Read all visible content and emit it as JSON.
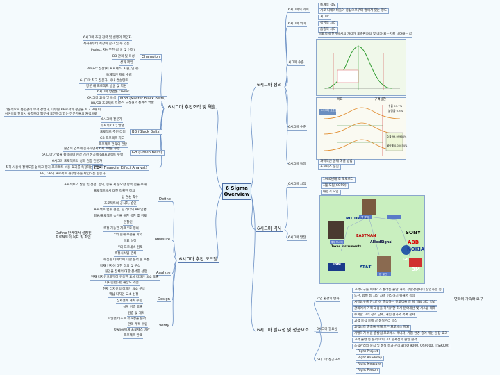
{
  "center": {
    "line1": "6 Sigma",
    "line2": "Overview"
  },
  "definition": {
    "title": "6시그마 정의",
    "meaning": {
      "title": "6시그마의 의미",
      "items": [
        "통계적 척도",
        "시로 디테이터들이 중심으로부터 떨어져 있는 정도"
      ]
    },
    "targets": {
      "title": "6시그마 의미",
      "items": [
        "시그마",
        "경영적 시각",
        "품종적 시각"
      ]
    },
    "level_note": "목표치에 한계에서의 거리가 표준편차의 몇 배가 되는지를 나타내는 값",
    "level": {
      "title": "시그마 수준"
    },
    "level2": {
      "title": "6시그마 수준",
      "chart_label_a": "목표",
      "chart_label_b": "규격상한",
      "tag": "6시그마 표준편차",
      "note1": "수율 99.7%",
      "note2": "불량률 0.3%",
      "note3": "수율 99.99966%",
      "note4": "불량률 0.00034%"
    },
    "traits": {
      "title": "6시그마 특징",
      "items": [
        "과학적인 문제 해결 방법",
        "프로세스 중심"
      ]
    }
  },
  "history": {
    "title": "6시그마 역사",
    "origin": {
      "title": "6시그마 시작",
      "items": [
        "1980년대 초 모토로라",
        "처음도입(COPQ)",
        "대형기 도입"
      ]
    },
    "growth": {
      "title": "6시그마 발전",
      "companies": [
        "MOTOROLA",
        "Texas Instruments",
        "EASTMAN",
        "AlliedSignal",
        "GE",
        "SONY",
        "ABB",
        "NOKIA",
        "IBM",
        "AT&T",
        "3M"
      ],
      "person1": "잭 웰치",
      "person2": "래리 보시디",
      "person3": "밥 갤빈"
    }
  },
  "success": {
    "title": "6시그마 필요성 및 성공요소",
    "env": {
      "title": "기업 환경의 변화",
      "items": [
        "고객요구를 이야기가 빨라는 불안 가속, 무한경쟁시대 진입하는 중",
        "도산, 합병 등 시장 자에 이상하기 위해서 등장",
        "시장요구를 단시간에 충족하는 건고객을 잘 할 필요 처리 방법",
        "관리에서 기적 대응을 하기위한 회사 분야개선 및 시스템 대해"
      ],
      "sub": "변화의 가속화 요구"
    },
    "need": {
      "title": "6시그마 필요성",
      "items": [
        "수파한 고객 정의 단계, 개인 결과와 목록 문제",
        "고객 중심 중에 강 품질관리 증상",
        "고객니즈 충족을 위해 모든 프로세스 제외",
        "개발하기 쉬운 출발점 프로세스 매니저, 기업 환경 중에 개선 문장 효과",
        "고객 불만 등 분석 아이디어 문제점의 원인 분석",
        "조직관리의 중심 및 품질 등과 관리표(SO 9000, QS9000, ITS9000)"
      ]
    },
    "factors": {
      "title": "6시그마 성공요소",
      "items": [
        "Right Project",
        "Right Roadmap",
        "Right Measure",
        "Right Person"
      ]
    }
  },
  "org": {
    "title": "6시그마 추진조직 및 역할",
    "champion": {
      "title": "Champion",
      "items": [
        "6시그마 추진 전략 및 실행의 책임자",
        "최하위부터 최상위 참고 및 수 있는",
        "Project 자시부한 (발굴 및 선정)",
        "BB 관리 및 육성",
        "성과 책임",
        "Project 전산(제 프로세스, 지원, 인사)",
        "통계적인 자료 수립"
      ]
    },
    "mbb": {
      "title": "MBB (Master Black Belts)",
      "items": [
        "6시그마 최고 전문가, 사내 컨설턴트",
        "방문 내 프로젝트 발굴 및 지원",
        "6시그마 방법론 Owner",
        "6시그마 교육 및 육성",
        "BB/GB 프로젝트 지도",
        "조직 구성원의 통계적 역할"
      ],
      "note": "기본적으로 통합관리 부서 경험자, 대부분 BB로서의 성공을 최고 3개 이\n이론이라 한다시 통합관리 업무에 도전하고 있는 전문가들의 자격으로"
    },
    "bb": {
      "title": "BB (Black Belts)",
      "items": [
        "6시그마 전문가",
        "부서의 CTQ 발굴",
        "프로젝트 추진 리더",
        "GB 프로젝트 지도",
        "프로젝트 전략의 전달"
      ]
    },
    "gb": {
      "title": "GB (Green Belts)",
      "items": [
        "본연의 업무에 종사하면서 6시그마를 수행",
        "6시그마 기법을 활용하여 현장 개선 성공에 GB프로젝트 수행",
        "6시그마 프로젝트의 성과 검증 전문가"
      ]
    },
    "fea": {
      "title": "FEA (Financial Effect Analyst)",
      "items": [
        "최하 사용이 정확도를 높이고 평가 프로젝트 비용 효과를 측정하는 전문가",
        "BB, GB의 프로젝트 재무성과를 확인하는 검증자"
      ]
    }
  },
  "model": {
    "title": "6시그마 추진 모드델",
    "define": {
      "title": "Define",
      "items": [
        "프로젝트의 발굴 및 선정, 정의, 중류 시 중요한 항목 점을 수해",
        "프로젝트에서 대한 정확한 정의",
        "팀 편성 착수",
        "프로젝트의 공식화, 승인",
        "프로젝트 범위 결정, 팀 리더의 BB 임명",
        "평균/프로젝트 승인을 위한 목한 후 검토"
      ]
    },
    "measure": {
      "title": "Measure",
      "lead": "Define 단계에서 설정된\n프로젝트의 목표 및 확인",
      "items": [
        "관찰인",
        "측정 가능한 자료 Y로 정의",
        "Y의 현재 수준을 파악",
        "목표 설정",
        "Y의 프로세스 검토",
        "측정시스템 분석"
      ]
    },
    "analyze": {
      "title": "Analyze",
      "items": [
        "수집된 데이터에 대한 분석 원 흐름",
        "잠재 인자에 대한 정의 및 분석",
        "원인을 전체의 대한 분석한 선정",
        "현재 디자인으로부터 검증한 요서 디자인 요소 도출"
      ]
    },
    "design": {
      "title": "Design",
      "items": [
        "디자인(설계) 해상도 개선",
        "현재 디자인의 디자인 요소 분석",
        "핵심 디자인 요소 선정",
        "상세설계 계획 수립",
        "설계 검증 도출",
        "검증 및 계획"
      ]
    },
    "verify": {
      "title": "Verify",
      "items": [
        "파일럿 테스트 유효성을 분석",
        "관리 계획 수립",
        "Owner에게 프로세스 이관",
        "프로젝트 완료"
      ]
    }
  }
}
